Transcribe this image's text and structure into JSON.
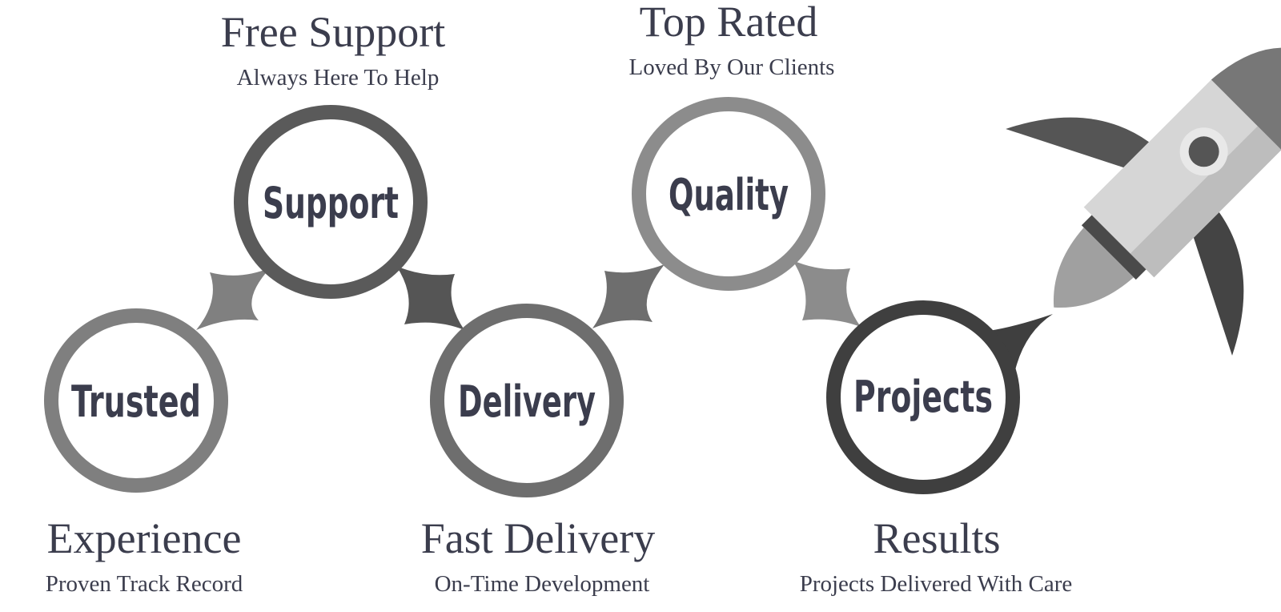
{
  "colors": {
    "text": "#3b3d4d",
    "ring_trusted": "#7f7f7f",
    "ring_support": "#5a5a5a",
    "ring_delivery": "#6e6e6e",
    "ring_quality": "#8c8c8c",
    "ring_projects": "#3f3f3f",
    "rocket_body": "#d4d4d4",
    "rocket_shade": "#bcbcbc",
    "rocket_dark": "#555555"
  },
  "steps": [
    {
      "circle_label": "Trusted",
      "title": "Experience",
      "subtitle": "Proven Track Record"
    },
    {
      "circle_label": "Support",
      "title": "Free Support",
      "subtitle": "Always Here To Help"
    },
    {
      "circle_label": "Delivery",
      "title": "Fast Delivery",
      "subtitle": "On-Time Development"
    },
    {
      "circle_label": "Quality",
      "title": "Top Rated",
      "subtitle": "Loved By Our Clients"
    },
    {
      "circle_label": "Projects",
      "title": "Results",
      "subtitle": "Projects Delivered With Care"
    }
  ],
  "icons": {
    "rocket": "rocket-icon"
  }
}
